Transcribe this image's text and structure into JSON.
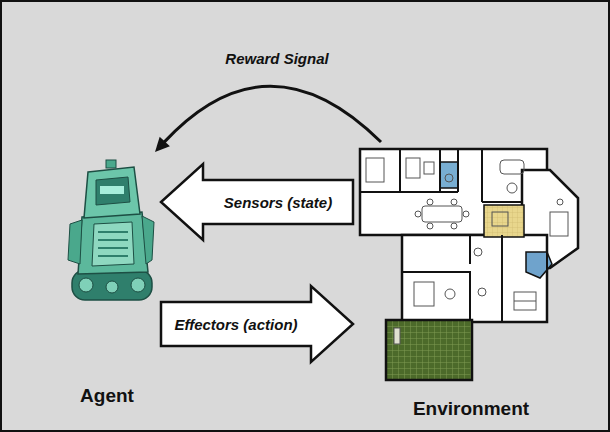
{
  "diagram": {
    "nodes": [
      {
        "text": [
          "Agent"
        ]
      },
      {
        "text": [
          "Environment"
        ]
      }
    ],
    "edges": [
      {
        "from": 1,
        "to": 0,
        "label": "Reward Signal",
        "arrow": "to"
      },
      {
        "from": 1,
        "to": 0,
        "label": "Sensors (state)",
        "arrow": "to"
      },
      {
        "from": 0,
        "to": 1,
        "label": "Effectors (action)",
        "arrow": "to"
      }
    ]
  }
}
